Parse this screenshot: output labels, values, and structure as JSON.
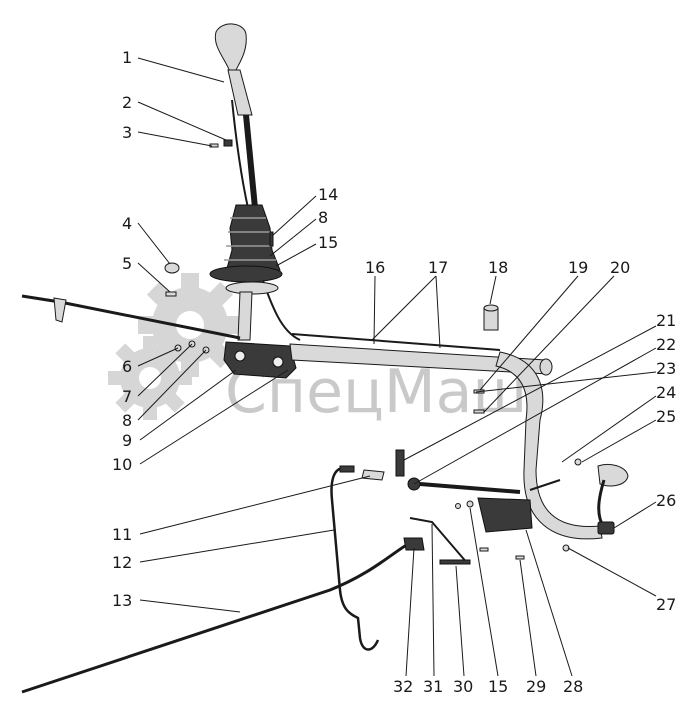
{
  "watermark": {
    "text": "СпецМаш",
    "color": "#b0b0b0"
  },
  "callouts": [
    {
      "id": "c1",
      "label": "1"
    },
    {
      "id": "c2",
      "label": "2"
    },
    {
      "id": "c3",
      "label": "3"
    },
    {
      "id": "c4",
      "label": "4"
    },
    {
      "id": "c5",
      "label": "5"
    },
    {
      "id": "c6",
      "label": "6"
    },
    {
      "id": "c7",
      "label": "7"
    },
    {
      "id": "c8a",
      "label": "8"
    },
    {
      "id": "c9",
      "label": "9"
    },
    {
      "id": "c10",
      "label": "10"
    },
    {
      "id": "c11",
      "label": "11"
    },
    {
      "id": "c12",
      "label": "12"
    },
    {
      "id": "c13",
      "label": "13"
    },
    {
      "id": "c14",
      "label": "14"
    },
    {
      "id": "c8b",
      "label": "8"
    },
    {
      "id": "c15a",
      "label": "15"
    },
    {
      "id": "c16",
      "label": "16"
    },
    {
      "id": "c17",
      "label": "17"
    },
    {
      "id": "c18",
      "label": "18"
    },
    {
      "id": "c19",
      "label": "19"
    },
    {
      "id": "c20",
      "label": "20"
    },
    {
      "id": "c21",
      "label": "21"
    },
    {
      "id": "c22",
      "label": "22"
    },
    {
      "id": "c23",
      "label": "23"
    },
    {
      "id": "c24",
      "label": "24"
    },
    {
      "id": "c25",
      "label": "25"
    },
    {
      "id": "c26",
      "label": "26"
    },
    {
      "id": "c27",
      "label": "27"
    },
    {
      "id": "c32",
      "label": "32"
    },
    {
      "id": "c31",
      "label": "31"
    },
    {
      "id": "c30",
      "label": "30"
    },
    {
      "id": "c15b",
      "label": "15"
    },
    {
      "id": "c29",
      "label": "29"
    },
    {
      "id": "c28",
      "label": "28"
    }
  ]
}
